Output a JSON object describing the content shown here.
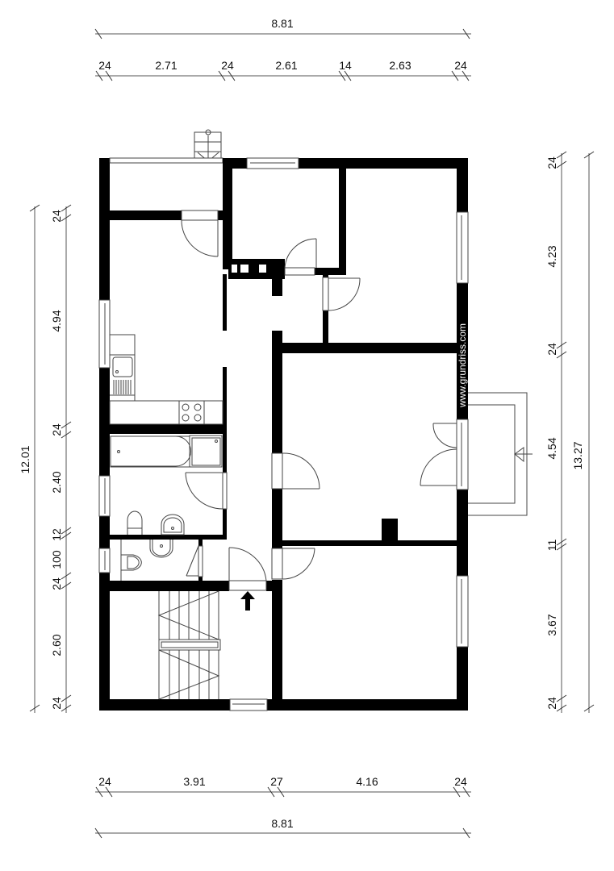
{
  "plan": {
    "watermark": "www.grundriss.com",
    "colors": {
      "wall": "#000000",
      "line": "#444444",
      "background": "#ffffff"
    }
  },
  "dimensions": {
    "top_total": "8.81",
    "top_segments": [
      "24",
      "2.71",
      "24",
      "2.61",
      "14",
      "2.63",
      "24"
    ],
    "bottom_segments": [
      "24",
      "3.91",
      "27",
      "4.16",
      "24"
    ],
    "bottom_total": "8.81",
    "left_total": "12.01",
    "left_segments": [
      "24",
      "4.94",
      "24",
      "2.40",
      "12",
      "100",
      "24",
      "2.60",
      "24"
    ],
    "right_segments": [
      "24",
      "4.23",
      "24",
      "4.54",
      "11",
      "3.67",
      "24"
    ],
    "right_total": "13.27"
  },
  "symbols": {
    "entrance_arrow": "entrance-arrow",
    "balcony_arrow": "balcony-arrow"
  }
}
